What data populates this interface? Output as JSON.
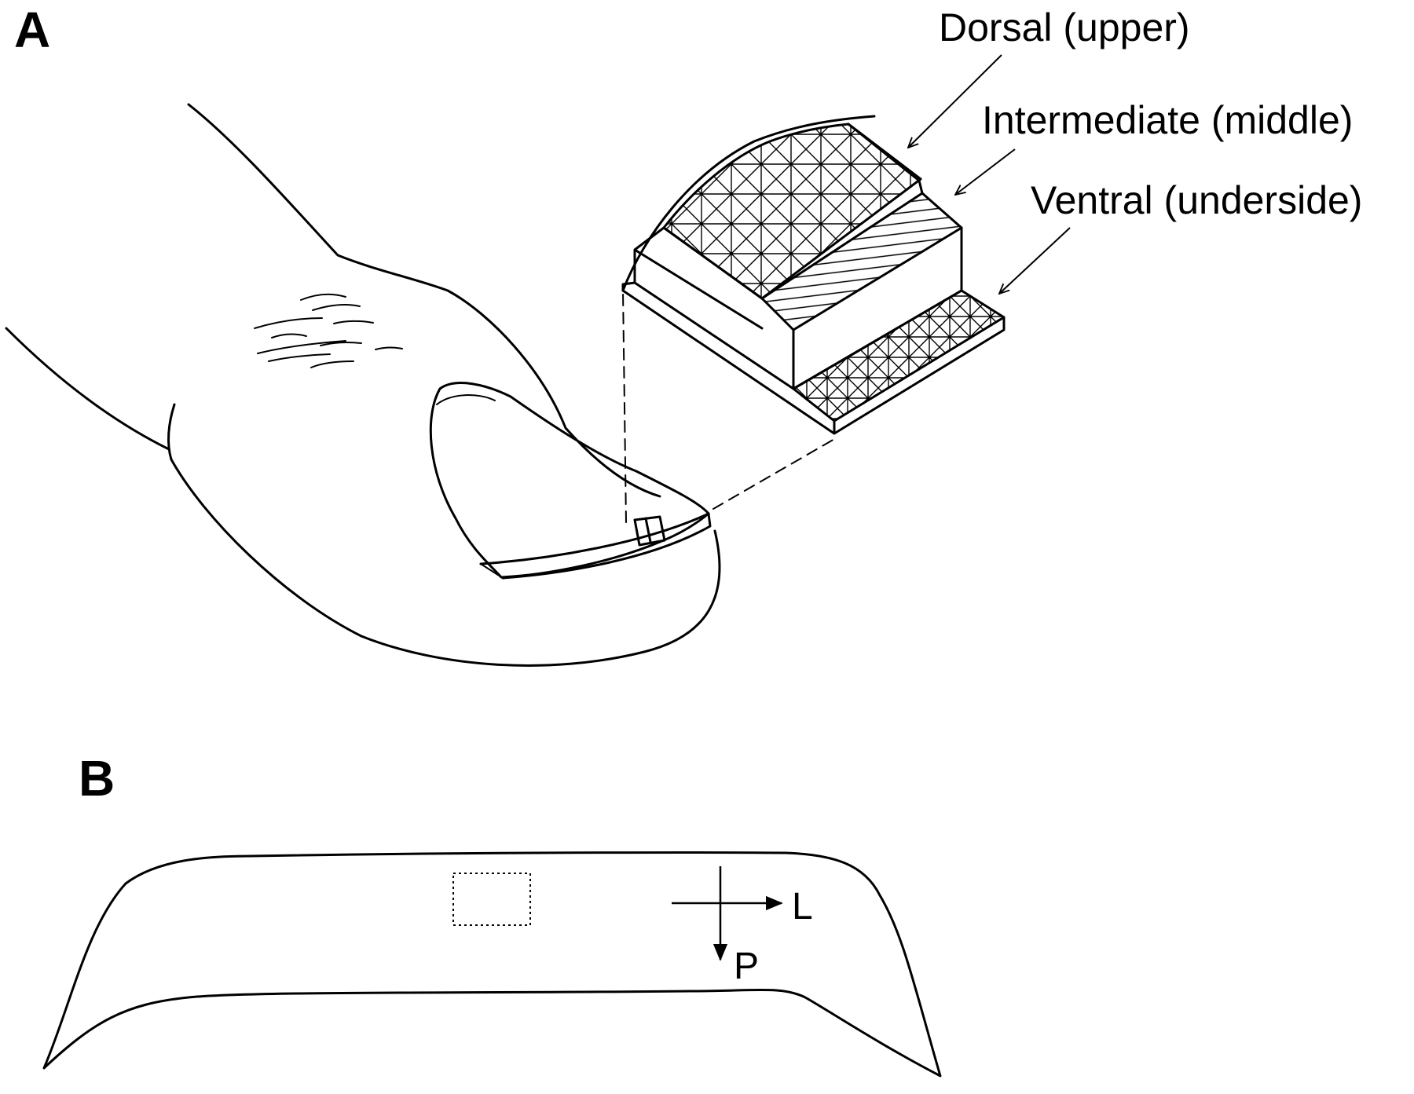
{
  "panels": {
    "a": {
      "label": "A",
      "layers": [
        {
          "name": "Dorsal (upper)"
        },
        {
          "name": "Intermediate (middle)"
        },
        {
          "name": "Ventral (underside)"
        }
      ]
    },
    "b": {
      "label": "B",
      "axis_lateral": "L",
      "axis_proximal": "P"
    }
  }
}
